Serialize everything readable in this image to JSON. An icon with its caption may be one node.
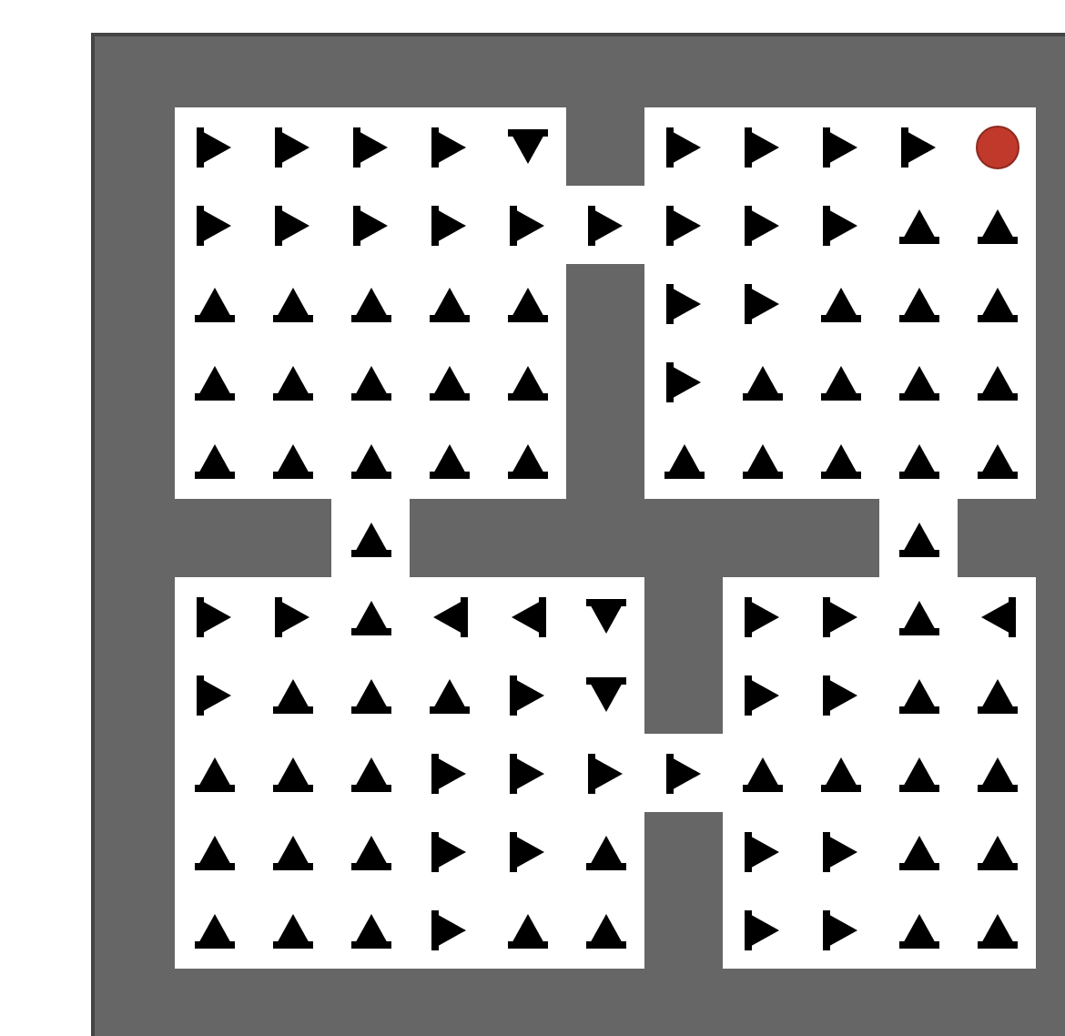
{
  "diagram": {
    "nodes": [
      {
        "text": [],
        "shape": "box"
      },
      {
        "text": [],
        "shape": "box"
      },
      {
        "text": [],
        "shape": "box"
      },
      {
        "text": [],
        "shape": "box"
      },
      {
        "text": [],
        "shape": "circle",
        "in": 1
      }
    ]
  }
}
